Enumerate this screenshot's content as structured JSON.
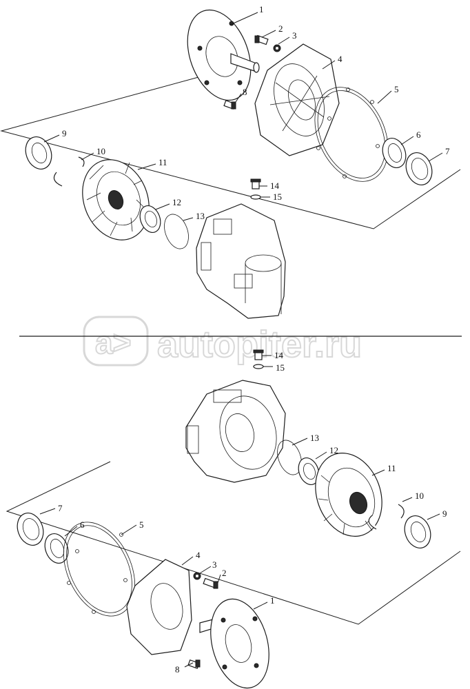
{
  "watermark": {
    "text": "autopiter.ru",
    "icon": "a-arrow-logo-icon"
  },
  "callouts_top": [
    "1",
    "2",
    "3",
    "4",
    "5",
    "6",
    "7",
    "8",
    "9",
    "10",
    "11",
    "12",
    "13",
    "14",
    "15"
  ],
  "callouts_bottom": [
    "14",
    "15",
    "13",
    "12",
    "11",
    "10",
    "9",
    "7",
    "6",
    "5",
    "4",
    "3",
    "2",
    "1",
    "8"
  ],
  "colors": {
    "line": "#1a1a1a",
    "watermark": "#d8d8d8",
    "background": "#ffffff"
  }
}
